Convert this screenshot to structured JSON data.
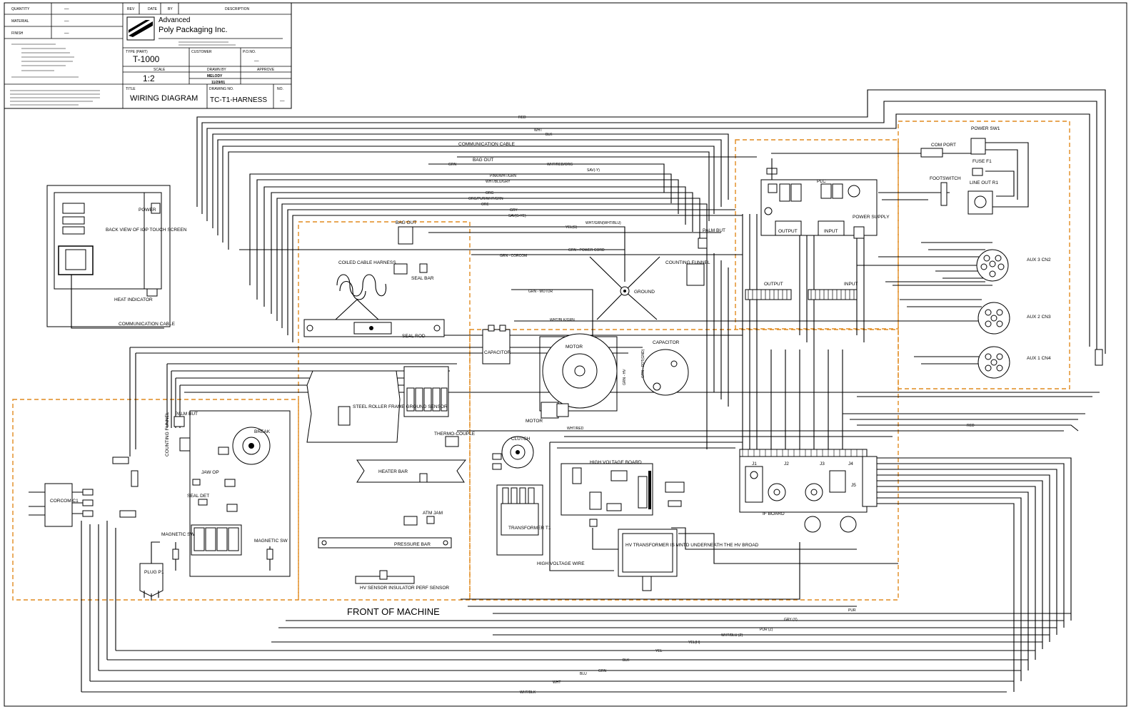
{
  "title_block": {
    "quantity_label": "QUANTITY",
    "quantity_value": "—",
    "material_label": "MATERIAL",
    "material_value": "—",
    "finish_label": "FINISH",
    "finish_value": "—",
    "rev_label": "REV",
    "date_label": "DATE",
    "by_label": "BY",
    "desc_label": "DESCRIPTION",
    "company_line1": "Advanced",
    "company_line2": "Poly Packaging Inc.",
    "type_label": "TYPE (PART)",
    "type_value": "T-1000",
    "scale_label": "SCALE",
    "scale_value": "1:2",
    "customer_label": "CUSTOMER",
    "po_label": "P.O.NO.",
    "po_value": "—",
    "drawn_label": "DRAWN BY",
    "drawn_value": "MELODY",
    "approve_label": "APPROVE",
    "date_value": "11/29/01",
    "title_label": "TITLE",
    "title_value": "WIRING DIAGRAM",
    "drawing_label": "DRAWING NO.",
    "drawing_value": "TC-T1-HARNESS",
    "rev_no_label": "NO.",
    "rev_no_value": "—"
  },
  "components": {
    "touch_screen": "BACK VIEW OF IOP TOUCH SCREEN",
    "power": "POWER",
    "heat_indicator": "HEAT INDICATOR",
    "comm_cable_left": "COMMUNICATION CABLE",
    "comm_cable_top": "COMMUNICATION CABLE",
    "bag_out_top": "BAG OUT",
    "bag_out_box": "BAG OUT",
    "coiled_cable": "COILED CABLE HARNESS",
    "seal_bar": "SEAL BAR",
    "seal_rod": "SEAL ROD",
    "steel_roller": "STEEL ROLLER FRAME GROUND SENSOR",
    "thermocouple": "THERMO-COUPLE",
    "heater_bar": "HEATER BAR",
    "atm_jam": "ATM JAM",
    "pressure_bar": "PRESSURE BAR",
    "hv_sensor": "HV SENSOR INSULATOR PERF SENSOR",
    "front_of_machine": "FRONT OF MACHINE",
    "palm_but_left": "PALM BUT",
    "counting_funnel_left": "COUNTING FUNNEL",
    "break": "BREAK",
    "jaw_op": "JAW OP",
    "seal_det": "SEAL DET",
    "magnetic_sw_left": "MAGNETIC SW",
    "magnetic_sw_right": "MAGNETIC SW",
    "corcom": "CORCOM C1",
    "plug": "PLUG P1",
    "capacitor_left": "CAPACITOR",
    "motor": "MOTOR",
    "motor_label": "MOTOR",
    "capacitor_right": "CAPACITOR",
    "ground": "GROUND",
    "clutch": "CLUTCH",
    "transformer": "TRANSFORMER T1",
    "high_voltage_board": "HIGH VOLTAGE BOARD",
    "high_voltage_wire": "HIGH VOLTAGE WIRE",
    "hv_transformer": "HV TRANSFORMER IS MNTD UNDERNEATH THE HV BROAD",
    "palm_but_right": "PALM BUT",
    "counting_funnel_right": "COUNTING FUNNEL",
    "plc": "PLC",
    "output_plc": "OUTPUT",
    "input_plc": "INPUT",
    "power_supply": "POWER SUPPLY",
    "output_term": "OUTPUT",
    "input_term": "INPUT",
    "j1": "J1",
    "j2": "J2",
    "j3": "J3",
    "j4": "J4",
    "j5": "J5",
    "if_board": "IF BOARD",
    "com_port": "COM PORT",
    "foot_switch": "FOOTSWITCH",
    "power_sw": "POWER SW1",
    "fuse": "FUSE F1",
    "line_out": "LINE OUT R1",
    "aux3": "AUX 3 CN2",
    "aux2": "AUX 2 CN3",
    "aux1": "AUX 1 CN4"
  },
  "wire_labels": {
    "red_top": "RED",
    "wht_top": "WHT",
    "blk_top": "BLK",
    "grn1": "GRN",
    "wht_red_org": "WHT/RED/ORG",
    "sav": "SAV(-Y)",
    "pink_wht_grn": "PINK/WHT/GRN",
    "wht_blu_gry": "WHT/BLU/GRY",
    "org": "ORG",
    "org_pur": "ORG/PUR/WHT/GRN",
    "ore": "ORE",
    "gry": "GRY",
    "sav_ye": "SAV(S-YE)",
    "yel_s": "YEL(S)",
    "wht_grn": "WHT/GRN(WHT/BLU)",
    "grn_corcom": "GRN - CORCOM",
    "grn_power": "GRN - POWER CORD",
    "grn_motor": "GRN - MOTOR",
    "wht_blk_grn": "WHT/BLK/GRN",
    "grn_hv": "GRN - HV",
    "grn_pot": "GRN - POT(GND)",
    "wht_red": "WHT/RED",
    "pur": "PUR",
    "gry_y": "GRY (Y)",
    "pur_z": "PUR (Z)",
    "wht_blu_z": "WHT/BLU (Z)",
    "yel_h": "YEL(H)",
    "yel": "YEL",
    "blk": "BLK",
    "grn": "GRN",
    "blu": "BLU",
    "wht": "WHT",
    "wht_blk": "WHT/BLK",
    "red": "RED"
  },
  "colors": {
    "ink": "#000000",
    "boundary": "#e08a1e",
    "paper": "#ffffff"
  }
}
